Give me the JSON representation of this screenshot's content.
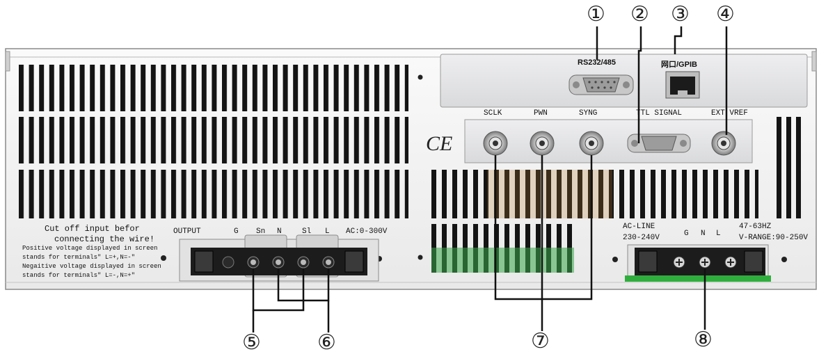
{
  "callouts": [
    "①",
    "②",
    "③",
    "④",
    "⑤",
    "⑥",
    "⑦",
    "⑧"
  ],
  "ports": {
    "rs232": "RS232/485",
    "lan_gpib": "网口/GPIB",
    "sclk": "SCLK",
    "pwn": "PWN",
    "syng": "SYNG",
    "ttl_signal": "TTL SIGNAL",
    "ext_vref": "EXT VREF",
    "ce_mark": "CE"
  },
  "output_terminal": {
    "title": "OUTPUT",
    "labels": [
      "G",
      "Sn",
      "N",
      "Sl",
      "L"
    ],
    "range": "AC:0-300V"
  },
  "warning": {
    "line1": "Cut off input befor",
    "line2": "connecting the wire!",
    "line3": "Positive voltage displayed in screen",
    "line4": "stands for terminals\" L=+,N=-\"",
    "line5": "Negaitive voltage displayed in screen",
    "line6": "stands for terminals\" L=-,N=+\""
  },
  "input_terminal": {
    "ac_line": "AC-LINE",
    "voltage": "230-240V",
    "labels": [
      "G",
      "N",
      "L"
    ],
    "freq": "47-63HZ",
    "range": "V-RANGE:90-250V"
  },
  "colors": {
    "panel": "#f4f4f4",
    "vent": "#141414",
    "terminal": "#1c1c1c",
    "connector_plate": "#e8e8ea",
    "green_plate": "#2fae3e"
  }
}
